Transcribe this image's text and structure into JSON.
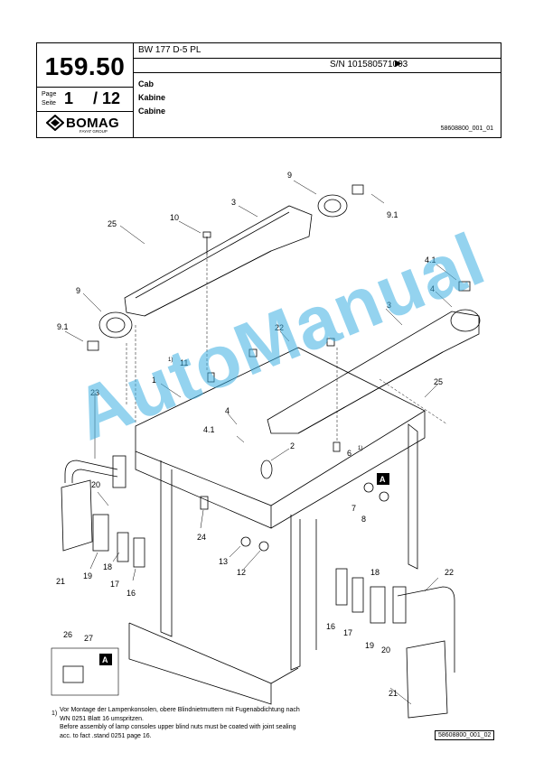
{
  "header": {
    "model": "BW 177 D-5 PL",
    "serial": "S/N 101580571003",
    "serial_arrow": "▶",
    "group_number": "159.50",
    "page_label_de": "Page",
    "page_label_en": "Seite",
    "page_current": "1",
    "page_total": "/ 12",
    "title_en": "Cab",
    "title_de": "Kabine",
    "title_fr": "Cabine",
    "doc_ref": "58608800_001_01",
    "logo_text": "BOMAG",
    "logo_sub": "FAYAT GROUP"
  },
  "callouts": [
    "9",
    "9.1",
    "3",
    "10",
    "25",
    "4.1",
    "4",
    "9",
    "9.1",
    "3",
    "22",
    "1)",
    "11",
    "1",
    "25",
    "23",
    "4",
    "4.1",
    "2",
    "6",
    "1)",
    "A",
    "20",
    "7",
    "8",
    "24",
    "13",
    "12",
    "19",
    "18",
    "17",
    "16",
    "21",
    "18",
    "22",
    "16",
    "17",
    "19",
    "20",
    "21",
    "26",
    "27",
    "A"
  ],
  "watermark": "AutoManual",
  "footnote": {
    "mark": "1)",
    "line_de": "Vor Montage der Lampenkonsolen, obere Blindnietmuttern mit Fugenabdichtung nach WN 0251 Blatt 16 umspritzen.",
    "line_en": "Before assembly of lamp consoles upper blind nuts must be coated with joint sealing acc. to fact .stand 0251 page 16."
  },
  "bottom_ref": "58608800_001_02",
  "colors": {
    "watermark": "#3cafe1",
    "line": "#000000"
  }
}
